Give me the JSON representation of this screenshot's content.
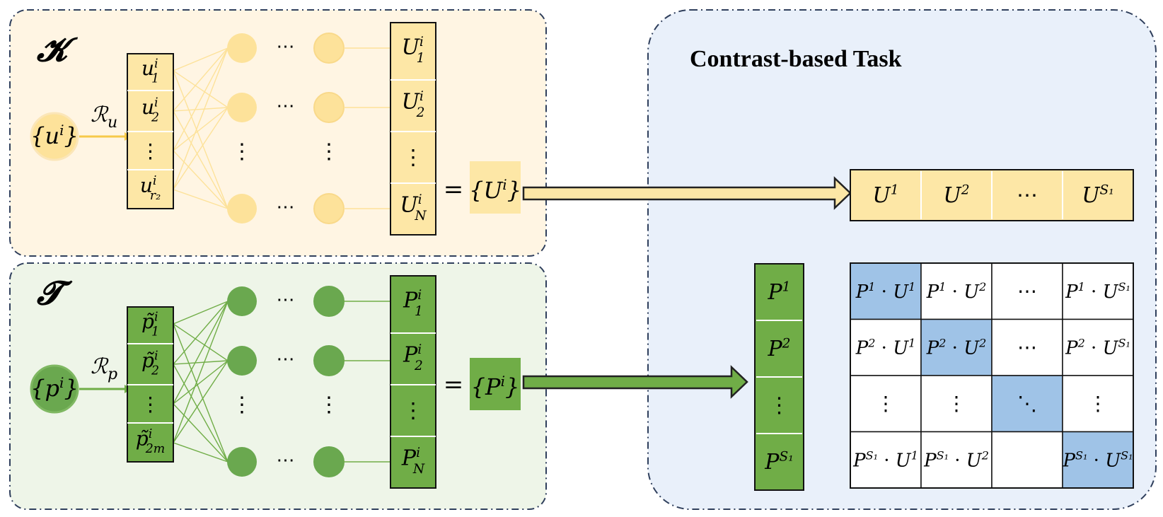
{
  "panels": {
    "K": {
      "symbol": "𝓚"
    },
    "T": {
      "symbol": "𝓣"
    },
    "contrast": {
      "title": "Contrast-based Task"
    }
  },
  "colors": {
    "yellow_fill": "#fde7a6",
    "yellow_node": "#fde29a",
    "yellow_stroke": "#f6c94a",
    "green_fill": "#70ad47",
    "green_node": "#6aa84f",
    "blue_highlight": "#9fc3e7",
    "panel_yellow_bg": "#fff5e3",
    "panel_green_bg": "#eef5e8",
    "panel_blue_bg": "#e9f0fa",
    "border": "#2f3f5c"
  },
  "top": {
    "source": "{u",
    "source_sup": "i",
    "source_end": "}",
    "relation": "ℛ",
    "relation_sub": "u",
    "features": [
      {
        "base": "u",
        "sup": "i",
        "sub": "1"
      },
      {
        "base": "u",
        "sup": "i",
        "sub": "2"
      },
      {
        "base": "⋮",
        "sup": "",
        "sub": ""
      },
      {
        "base": "u",
        "sup": "i",
        "sub": "r₂"
      }
    ],
    "outputs": [
      {
        "base": "U",
        "sup": "i",
        "sub": "1"
      },
      {
        "base": "U",
        "sup": "i",
        "sub": "2"
      },
      {
        "base": "⋮",
        "sup": "",
        "sub": ""
      },
      {
        "base": "U",
        "sup": "i",
        "sub": "N"
      }
    ],
    "equals": "=",
    "result": "{U",
    "result_sup": "i",
    "result_end": "}",
    "hdots": "⋯",
    "vdots": "⋮"
  },
  "bottom": {
    "source": "{p",
    "source_sup": "i",
    "source_end": "}",
    "relation": "ℛ",
    "relation_sub": "p",
    "features": [
      {
        "base": "p̃",
        "sup": "i",
        "sub": "1"
      },
      {
        "base": "p̃",
        "sup": "i",
        "sub": "2"
      },
      {
        "base": "⋮",
        "sup": "",
        "sub": ""
      },
      {
        "base": "p̃",
        "sup": "i",
        "sub": "2m"
      }
    ],
    "outputs": [
      {
        "base": "P",
        "sup": "i",
        "sub": "1"
      },
      {
        "base": "P",
        "sup": "i",
        "sub": "2"
      },
      {
        "base": "⋮",
        "sup": "",
        "sub": ""
      },
      {
        "base": "P",
        "sup": "i",
        "sub": "N"
      }
    ],
    "equals": "=",
    "result": "{P",
    "result_sup": "i",
    "result_end": "}",
    "hdots": "⋯",
    "vdots": "⋮"
  },
  "u_row": [
    {
      "base": "U",
      "sup": "1"
    },
    {
      "base": "U",
      "sup": "2"
    },
    {
      "base": "⋯",
      "sup": ""
    },
    {
      "base": "U",
      "sup": "S₁"
    }
  ],
  "p_col": [
    {
      "base": "P",
      "sup": "1"
    },
    {
      "base": "P",
      "sup": "2"
    },
    {
      "base": "⋮",
      "sup": ""
    },
    {
      "base": "P",
      "sup": "S₁"
    }
  ],
  "matrix": [
    [
      "P¹ · U¹",
      "P¹ · U²",
      "⋯",
      "P¹ · U^S₁"
    ],
    [
      "P² · U¹",
      "P² · U²",
      "⋯",
      "P² · U^S₁"
    ],
    [
      "⋮",
      "⋮",
      "⋱",
      "⋮"
    ],
    [
      "P^S₁ · U¹",
      "P^S₁ · U²",
      "",
      "P^S₁ · U^S₁"
    ]
  ],
  "matrix_cells": [
    [
      {
        "p": "P",
        "ps": "1",
        "u": "U",
        "us": "1"
      },
      {
        "p": "P",
        "ps": "1",
        "u": "U",
        "us": "2"
      },
      {
        "text": "⋯"
      },
      {
        "p": "P",
        "ps": "1",
        "u": "U",
        "us": "S₁"
      }
    ],
    [
      {
        "p": "P",
        "ps": "2",
        "u": "U",
        "us": "1"
      },
      {
        "p": "P",
        "ps": "2",
        "u": "U",
        "us": "2"
      },
      {
        "text": "⋯"
      },
      {
        "p": "P",
        "ps": "2",
        "u": "U",
        "us": "S₁"
      }
    ],
    [
      {
        "text": "⋮"
      },
      {
        "text": "⋮"
      },
      {
        "text": "⋱"
      },
      {
        "text": "⋮"
      }
    ],
    [
      {
        "p": "P",
        "ps": "S₁",
        "u": "U",
        "us": "1"
      },
      {
        "p": "P",
        "ps": "S₁",
        "u": "U",
        "us": "2"
      },
      {
        "text": ""
      },
      {
        "p": "P",
        "ps": "S₁",
        "u": "U",
        "us": "S₁"
      }
    ]
  ],
  "dot": "·"
}
